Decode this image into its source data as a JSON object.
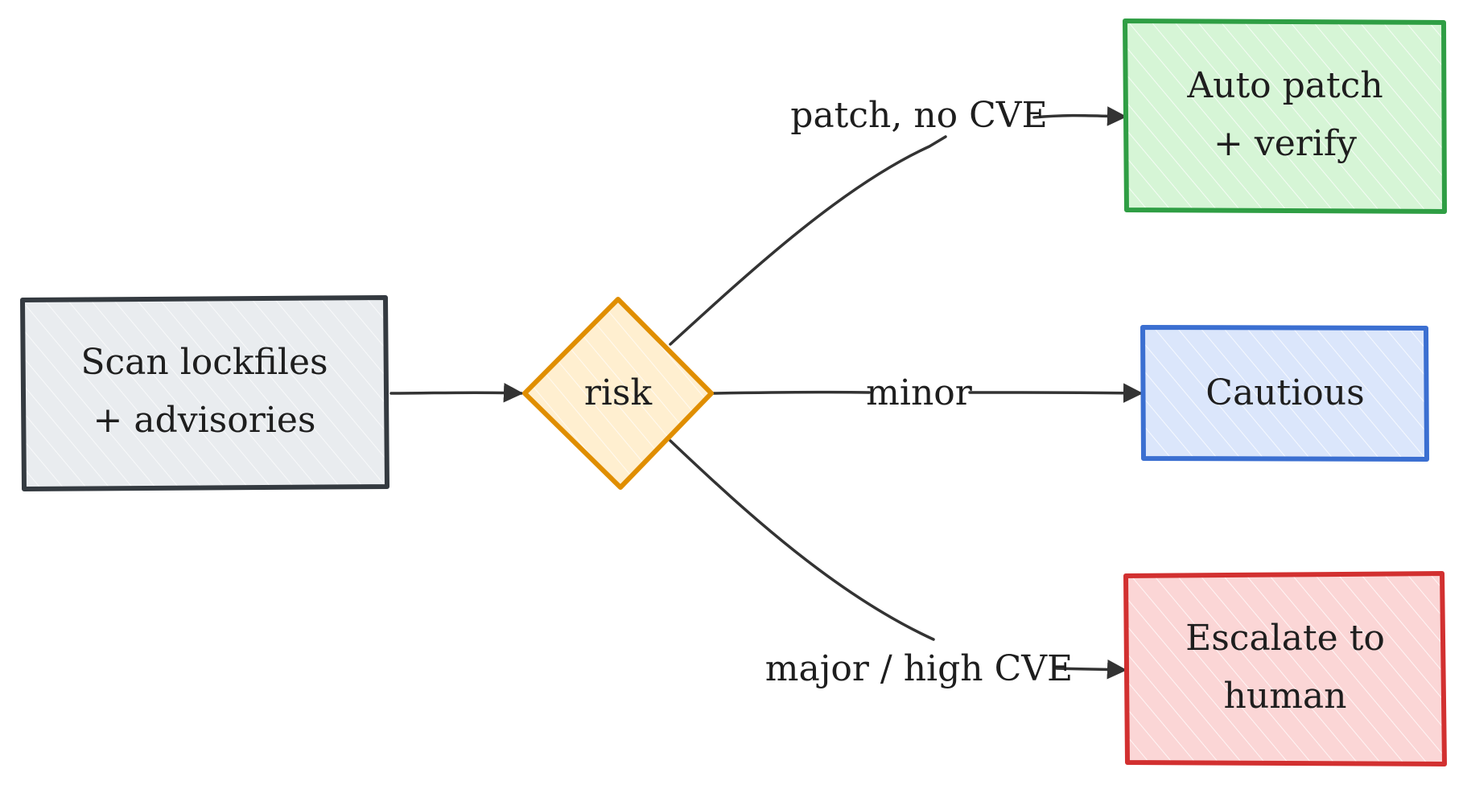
{
  "nodes": {
    "scan": {
      "lines": [
        "Scan lockfiles",
        "+ advisories"
      ],
      "fill": "#e9ecef",
      "stroke": "#343a40",
      "shape": "rectangle"
    },
    "risk": {
      "label": "risk",
      "fill": "#ffefd0",
      "stroke": "#e08e00",
      "shape": "diamond"
    },
    "auto_patch": {
      "lines": [
        "Auto patch",
        "+ verify"
      ],
      "fill": "#d6f5d6",
      "stroke": "#2f9e44",
      "shape": "rectangle"
    },
    "cautious": {
      "lines": [
        "Cautious"
      ],
      "fill": "#dbe6fb",
      "stroke": "#3b6fd1",
      "shape": "rectangle"
    },
    "escalate": {
      "lines": [
        "Escalate to",
        "human"
      ],
      "fill": "#fbd6d6",
      "stroke": "#d23030",
      "shape": "rectangle"
    }
  },
  "edges": {
    "scan_to_risk": {
      "label": ""
    },
    "risk_to_auto": {
      "label": "patch, no CVE"
    },
    "risk_to_cautious": {
      "label": "minor"
    },
    "risk_to_escalate": {
      "label": "major / high CVE"
    }
  }
}
